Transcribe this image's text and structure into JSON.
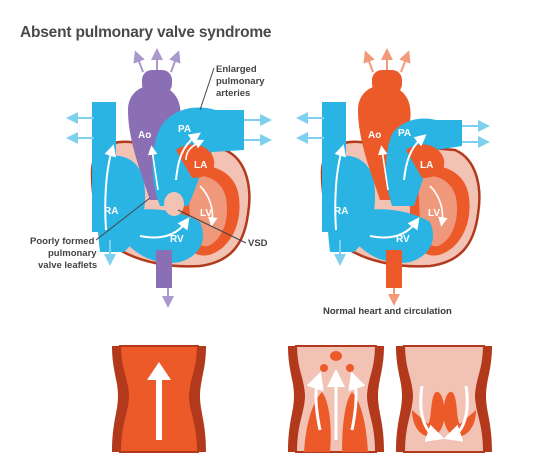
{
  "title": "Absent pulmonary valve syndrome",
  "annotations": {
    "enlarged_arteries_line1": "Enlarged",
    "enlarged_arteries_line2": "pulmonary",
    "enlarged_arteries_line3": "arteries",
    "leaflets_line1": "Poorly formed",
    "leaflets_line2": "pulmonary",
    "leaflets_line3": "valve leaflets",
    "vsd": "VSD",
    "normal_caption": "Normal heart and circulation"
  },
  "chambers_left": {
    "ao": "Ao",
    "pa": "PA",
    "la": "LA",
    "ra": "RA",
    "lv": "LV",
    "rv": "RV"
  },
  "chambers_right": {
    "ao": "Ao",
    "pa": "PA",
    "la": "LA",
    "ra": "RA",
    "lv": "LV",
    "rv": "RV"
  },
  "colors": {
    "blue": "#2ab4e4",
    "purple": "#8a6fb5",
    "orange": "#ec5a2a",
    "pink": "#f2c2b4",
    "dark_red": "#b2391c",
    "arrow_white": "#ffffff"
  }
}
